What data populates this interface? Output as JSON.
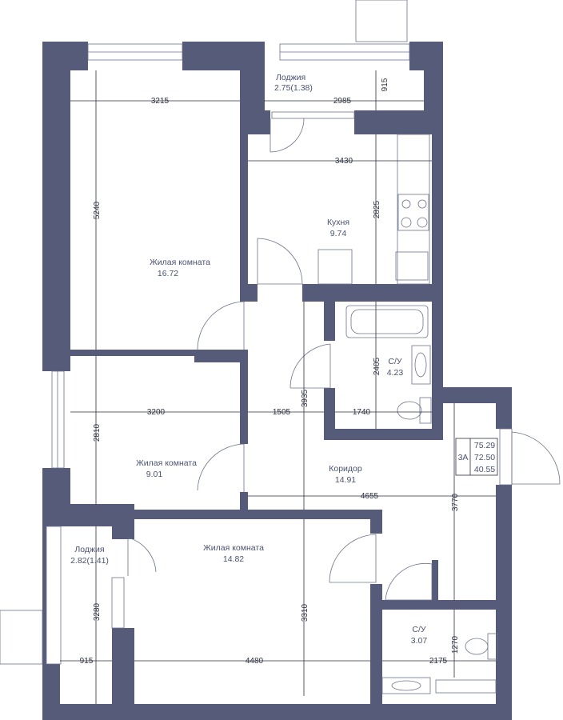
{
  "rooms": {
    "living1": {
      "name": "Жилая комната",
      "area": "16.72"
    },
    "living2": {
      "name": "Жилая комната",
      "area": "9.01"
    },
    "living3": {
      "name": "Жилая комната",
      "area": "14.82"
    },
    "kitchen": {
      "name": "Кухня",
      "area": "9.74"
    },
    "bath1": {
      "name": "С/У",
      "area": "4.23"
    },
    "bath2": {
      "name": "С/У",
      "area": "3.07"
    },
    "corridor": {
      "name": "Коридор",
      "area": "14.91"
    },
    "loggia1": {
      "name": "Лоджия",
      "area": "2.75(1.38)"
    },
    "loggia2": {
      "name": "Лоджия",
      "area": "2.82(1.41)"
    }
  },
  "dims": {
    "d3215": "3215",
    "d2985": "2985",
    "d915a": "915",
    "d3430": "3430",
    "d5240": "5240",
    "d2825": "2825",
    "d2405": "2405",
    "d3935": "3935",
    "d3200": "3200",
    "d1505": "1505",
    "d1740": "1740",
    "d2810": "2810",
    "d4655": "4655",
    "d3770": "3770",
    "d3280": "3280",
    "d3310": "3310",
    "d915b": "915",
    "d4480": "4480",
    "d2175": "2175",
    "d1270": "1270"
  },
  "summary": {
    "type": "3А",
    "total": "75.29",
    "usable": "72.50",
    "living": "40.55"
  },
  "colors": {
    "wall": "#555b78",
    "text": "#4a5270",
    "dimension": "#2b2f3f"
  }
}
